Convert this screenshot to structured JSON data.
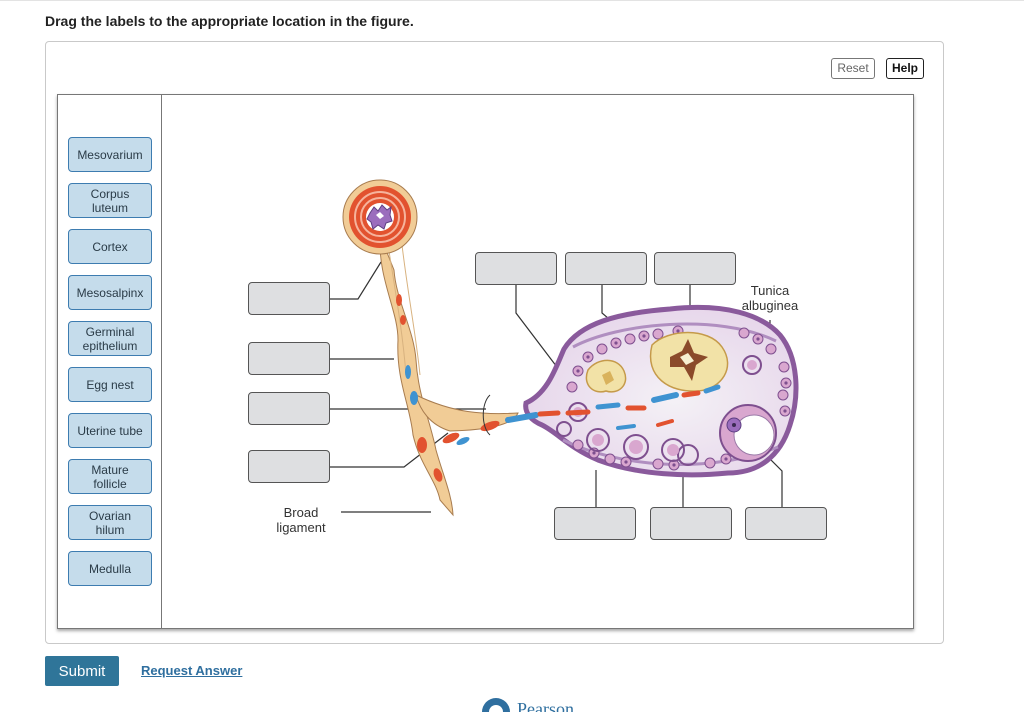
{
  "instruction": "Drag the labels to the appropriate location in the figure.",
  "toolbar": {
    "reset_label": "Reset",
    "help_label": "Help"
  },
  "label_bank": [
    "Mesovarium",
    "Corpus\nluteum",
    "Cortex",
    "Mesosalpinx",
    "Germinal\nepithelium",
    "Egg nest",
    "Uterine tube",
    "Mature\nfollicle",
    "Ovarian\nhilum",
    "Medulla"
  ],
  "figure": {
    "fixed_labels": {
      "tunica_albuginea": "Tunica\nalbuginea",
      "broad_ligament": "Broad\nligament"
    },
    "colors": {
      "tube_red": "#e2522f",
      "tube_tan": "#f1cc96",
      "ovary_outline": "#8a5a9c",
      "vessel_blue": "#3f93d1",
      "follicle_cream": "#f2e2a7"
    }
  },
  "actions": {
    "submit_label": "Submit",
    "request_answer_label": "Request Answer"
  },
  "footer": {
    "brand": "Pearson"
  }
}
